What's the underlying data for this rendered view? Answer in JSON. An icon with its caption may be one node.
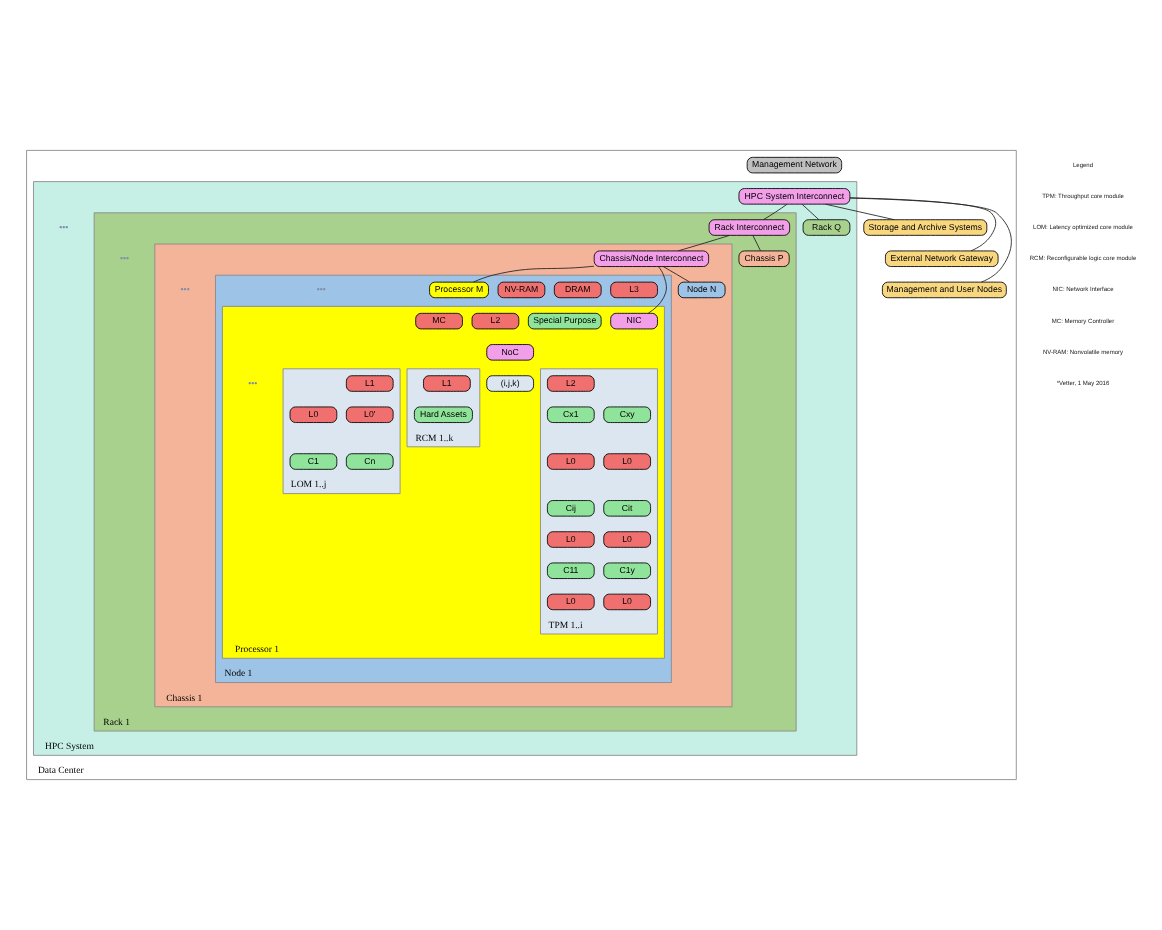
{
  "diagram": {
    "nodes": [
      {
        "text": [
          "Data Center"
        ]
      },
      {
        "text": [
          "Management Network"
        ],
        "in": 0
      },
      {
        "text": [
          "HPC System"
        ],
        "in": 0
      },
      {
        "text": [
          "HPC System Interconnect"
        ],
        "in": 2
      },
      {
        "text": [
          "Rack 1"
        ],
        "in": 2
      },
      {
        "text": [
          "Rack Interconnect"
        ],
        "in": 4
      },
      {
        "text": [
          "Chassis 1"
        ],
        "in": 4
      },
      {
        "text": [
          "Chassis/Node Interconnect"
        ],
        "in": 6
      },
      {
        "text": [
          "Node 1"
        ],
        "in": 6
      },
      {
        "text": [
          "L3"
        ],
        "in": 8
      },
      {
        "text": [
          "DRAM"
        ],
        "in": 8
      },
      {
        "text": [
          "NV-RAM"
        ],
        "in": 8
      },
      {
        "text": [
          "Processor 1"
        ],
        "in": 8
      },
      {
        "text": [
          "Special Purpose"
        ],
        "in": 12
      },
      {
        "text": [
          "L2"
        ],
        "in": 12
      },
      {
        "text": [
          "MC"
        ],
        "in": 12
      },
      {
        "text": [
          "NIC"
        ],
        "in": 12
      },
      {
        "text": [
          "NoC"
        ],
        "in": 12
      },
      {
        "text": [
          "TPM 1..i"
        ],
        "in": 12
      },
      {
        "text": [
          "L2"
        ],
        "in": 18
      },
      {
        "text": [
          "Cx1"
        ],
        "in": 18
      },
      {
        "text": [
          "Cxy"
        ],
        "in": 18
      },
      {
        "text": [
          "L0"
        ],
        "in": 18
      },
      {
        "text": [
          "L0"
        ],
        "in": 18
      },
      {
        "text": [
          "Cij"
        ],
        "in": 18
      },
      {
        "text": [
          "Cit"
        ],
        "in": 18
      },
      {
        "text": [
          "L0"
        ],
        "in": 18
      },
      {
        "text": [
          "L0"
        ],
        "in": 18
      },
      {
        "text": [
          "C11"
        ],
        "in": 18
      },
      {
        "text": [
          "C1y"
        ],
        "in": 18
      },
      {
        "text": [
          "L0"
        ],
        "in": 18
      },
      {
        "text": [
          "L0"
        ],
        "in": 18
      },
      {
        "text": [
          "LOM 1..j"
        ],
        "in": 12
      },
      {
        "text": [
          "L1"
        ],
        "in": 32
      },
      {
        "text": [
          "L0"
        ],
        "in": 32
      },
      {
        "text": [
          "L0'"
        ],
        "in": 32
      },
      {
        "text": [
          "C1"
        ],
        "in": 32
      },
      {
        "text": [
          "Cn"
        ],
        "in": 32
      },
      {
        "text": [
          "RCM 1..k"
        ],
        "in": 12
      },
      {
        "text": [
          "L1"
        ],
        "in": 38
      },
      {
        "text": [
          "Hard Assets"
        ],
        "in": 38
      },
      {
        "text": [
          "(i,j,k)"
        ],
        "in": 12
      },
      {
        "text": [
          "Processor M"
        ],
        "in": 8
      },
      {
        "text": [
          "Node N"
        ],
        "in": 6
      },
      {
        "text": [
          "Chassis P"
        ],
        "in": 4
      },
      {
        "text": [
          "Rack Q"
        ],
        "in": 2
      },
      {
        "text": [
          "Storage and Archive Systems"
        ],
        "in": 0
      },
      {
        "text": [
          "External Network Gateway"
        ],
        "in": 0
      },
      {
        "text": [
          "Management and User Nodes"
        ],
        "in": 0
      }
    ],
    "edges": [
      {
        "from": 3,
        "to": 5,
        "arrow": "none"
      },
      {
        "from": 3,
        "to": 45,
        "arrow": "none"
      },
      {
        "from": 5,
        "to": 7,
        "arrow": "none"
      },
      {
        "from": 5,
        "to": 44,
        "arrow": "none"
      },
      {
        "from": 7,
        "to": 16,
        "arrow": "none"
      },
      {
        "from": 7,
        "to": 42,
        "arrow": "none"
      },
      {
        "from": 7,
        "to": 43,
        "arrow": "none"
      },
      {
        "from": 3,
        "to": 46,
        "arrow": "none"
      },
      {
        "from": 3,
        "to": 47,
        "arrow": "none"
      },
      {
        "from": 3,
        "to": 48,
        "arrow": "none"
      }
    ],
    "labels": [
      "•••",
      "•••",
      "•••",
      "•••",
      "•••",
      "Legend",
      "TPM: Throughput core module",
      "LOM: Latency optimized core module",
      "RCM: Reconfigurable logic core module",
      "NIC: Network Interface",
      "MC: Memory Controller",
      "NV-RAM: Nonvolatile memory",
      "*Vetter, 1 May 2016"
    ]
  }
}
